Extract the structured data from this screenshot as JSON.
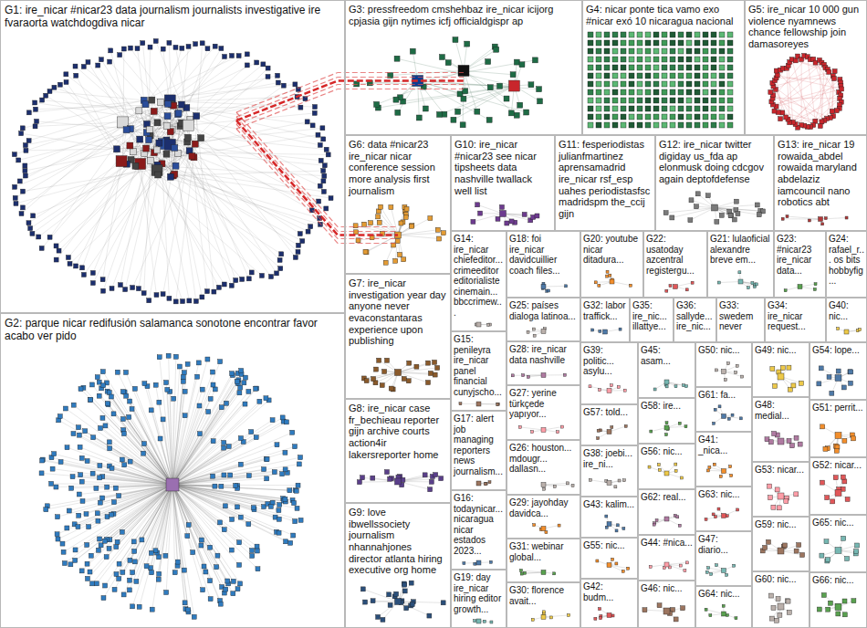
{
  "diagram": {
    "nodes": [
      {
        "text": [
          "G1: ire_nicar #nicar23 data journalism journalists investigative ire fvaraorta watchdogdiva nicar"
        ]
      },
      {
        "text": [
          "G3: pressfreedom cmshehbaz ire_nicar icijorg cpjasia gijn nytimes icfj officialdgispr ap"
        ]
      },
      {
        "text": [
          "G4: nicar ponte tica vamo exo #nicar exó 10 nicaragua nacional"
        ]
      },
      {
        "text": [
          "G5: ire_nicar 10 000 gun violence nyamnews chance fellowship join damasoreyes"
        ]
      },
      {
        "text": [
          "G6: data #nicar23 ire_nicar nicar conference session more analysis first journalism"
        ]
      },
      {
        "text": [
          "G10: ire_nicar #nicar23 see nicar tipsheets data nashville twallack well list"
        ]
      },
      {
        "text": [
          "G11: fesperiodistas julianfmartinez aprensamadrid ire_nicar rsf_esp uahes periodistasfsc madridspm the_ccij gijn"
        ]
      },
      {
        "text": [
          "G12: ire_nicar twitter digiday us_fda ap elonmusk doing cdcgov again deptofdefense"
        ]
      },
      {
        "text": [
          "G13: ire_nicar 19 rowaida_abdel rowaida maryland abdelaziz iamcouncil nano robotics abt"
        ]
      },
      {
        "text": [
          "G14: ire_nicar chiefeditor... crimeeditor editorialiste cinemain... bbccrimew..."
        ]
      },
      {
        "text": [
          "G18: foi ire_nicar davidcuillier coach files..."
        ]
      },
      {
        "text": [
          "G20: youtube nicar ditadura..."
        ]
      },
      {
        "text": [
          "G22: usatoday azcentral registergu..."
        ]
      },
      {
        "text": [
          "G21: lulaoficial alexandre breve em..."
        ]
      },
      {
        "text": [
          "G23: #nicar23 ire_nicar data..."
        ]
      },
      {
        "text": [
          "G24: rafael_r... os bits hobbyfig..."
        ]
      },
      {
        "text": [
          "G2: parque nicar redifusión salamanca sonotone encontrar favor acabo ver pido"
        ]
      },
      {
        "text": [
          "G7: ire_nicar investigation year day anyone never evaconstantaras experience upon publishing"
        ]
      },
      {
        "text": [
          "G15: penileyra ire_nicar panel financial cunyjscho..."
        ]
      },
      {
        "text": [
          "G25: países dialoga latinoa..."
        ]
      },
      {
        "text": [
          "G32: labor traffick..."
        ]
      },
      {
        "text": [
          "G35: ire_nic... illattye..."
        ]
      },
      {
        "text": [
          "G36: sallyde... ire_nic..."
        ]
      },
      {
        "text": [
          "G33: swedem never"
        ]
      },
      {
        "text": [
          "G34: ire_nicar request..."
        ]
      },
      {
        "text": [
          "G40: nic..."
        ]
      },
      {
        "text": [
          "G28: ire_nicar data nashville"
        ]
      },
      {
        "text": [
          "G27: yerine türkçede yapıyor..."
        ]
      },
      {
        "text": [
          "G17: alert job managing reporters news journalism..."
        ]
      },
      {
        "text": [
          "G26: houston... mdougr... dallasn..."
        ]
      },
      {
        "text": [
          "G16: todaynicar... nicaragua nicar estados 2023..."
        ]
      },
      {
        "text": [
          "G29: jayohday davidca..."
        ]
      },
      {
        "text": [
          "G8: ire_nicar case fr_bechieau reporter gijn archive courts action4ir lakersreporter home"
        ]
      },
      {
        "text": [
          "G19: day ire_nicar hiring editor growth..."
        ]
      },
      {
        "text": [
          "G31: webinar global..."
        ]
      },
      {
        "text": [
          "G30: florence avait..."
        ]
      },
      {
        "text": [
          "G9: love ibwellssociety journalism nhannahjones director atlanta hiring executive org home"
        ]
      },
      {
        "text": [
          "G39: politic... asylu..."
        ]
      },
      {
        "text": [
          "G57: told..."
        ]
      },
      {
        "text": [
          "G38: joebi... ire_ni..."
        ]
      },
      {
        "text": [
          "G43: kalim..."
        ]
      },
      {
        "text": [
          "G55: nic..."
        ]
      },
      {
        "text": [
          "G42: budm..."
        ]
      },
      {
        "text": [
          "G45: asam..."
        ]
      },
      {
        "text": [
          "G58: ire..."
        ]
      },
      {
        "text": [
          "G56: nic..."
        ]
      },
      {
        "text": [
          "G62: real..."
        ]
      },
      {
        "text": [
          "G44: #nica..."
        ]
      },
      {
        "text": [
          "G46: nic..."
        ]
      },
      {
        "text": [
          "G50: nic..."
        ]
      },
      {
        "text": [
          "G61: fa..."
        ]
      },
      {
        "text": [
          "G41: _nica..."
        ]
      },
      {
        "text": [
          "G63: nic..."
        ]
      },
      {
        "text": [
          "G47: diario..."
        ]
      },
      {
        "text": [
          "G64: nic..."
        ]
      },
      {
        "text": [
          "G49: nic..."
        ]
      },
      {
        "text": [
          "G48: medial..."
        ]
      },
      {
        "text": [
          "G53: nicar..."
        ]
      },
      {
        "text": [
          "G59: nic..."
        ]
      },
      {
        "text": [
          "G60: nic..."
        ]
      },
      {
        "text": [
          "G54: lope..."
        ]
      },
      {
        "text": [
          "G51: perrit..."
        ]
      },
      {
        "text": [
          "G52: nicar..."
        ]
      },
      {
        "text": [
          "G65: nic..."
        ]
      },
      {
        "text": [
          "G66: nic..."
        ]
      }
    ],
    "edges": [
      {
        "from": 0,
        "to": 1,
        "arrow": "none"
      },
      {
        "from": 0,
        "to": 4,
        "arrow": "none"
      }
    ]
  }
}
